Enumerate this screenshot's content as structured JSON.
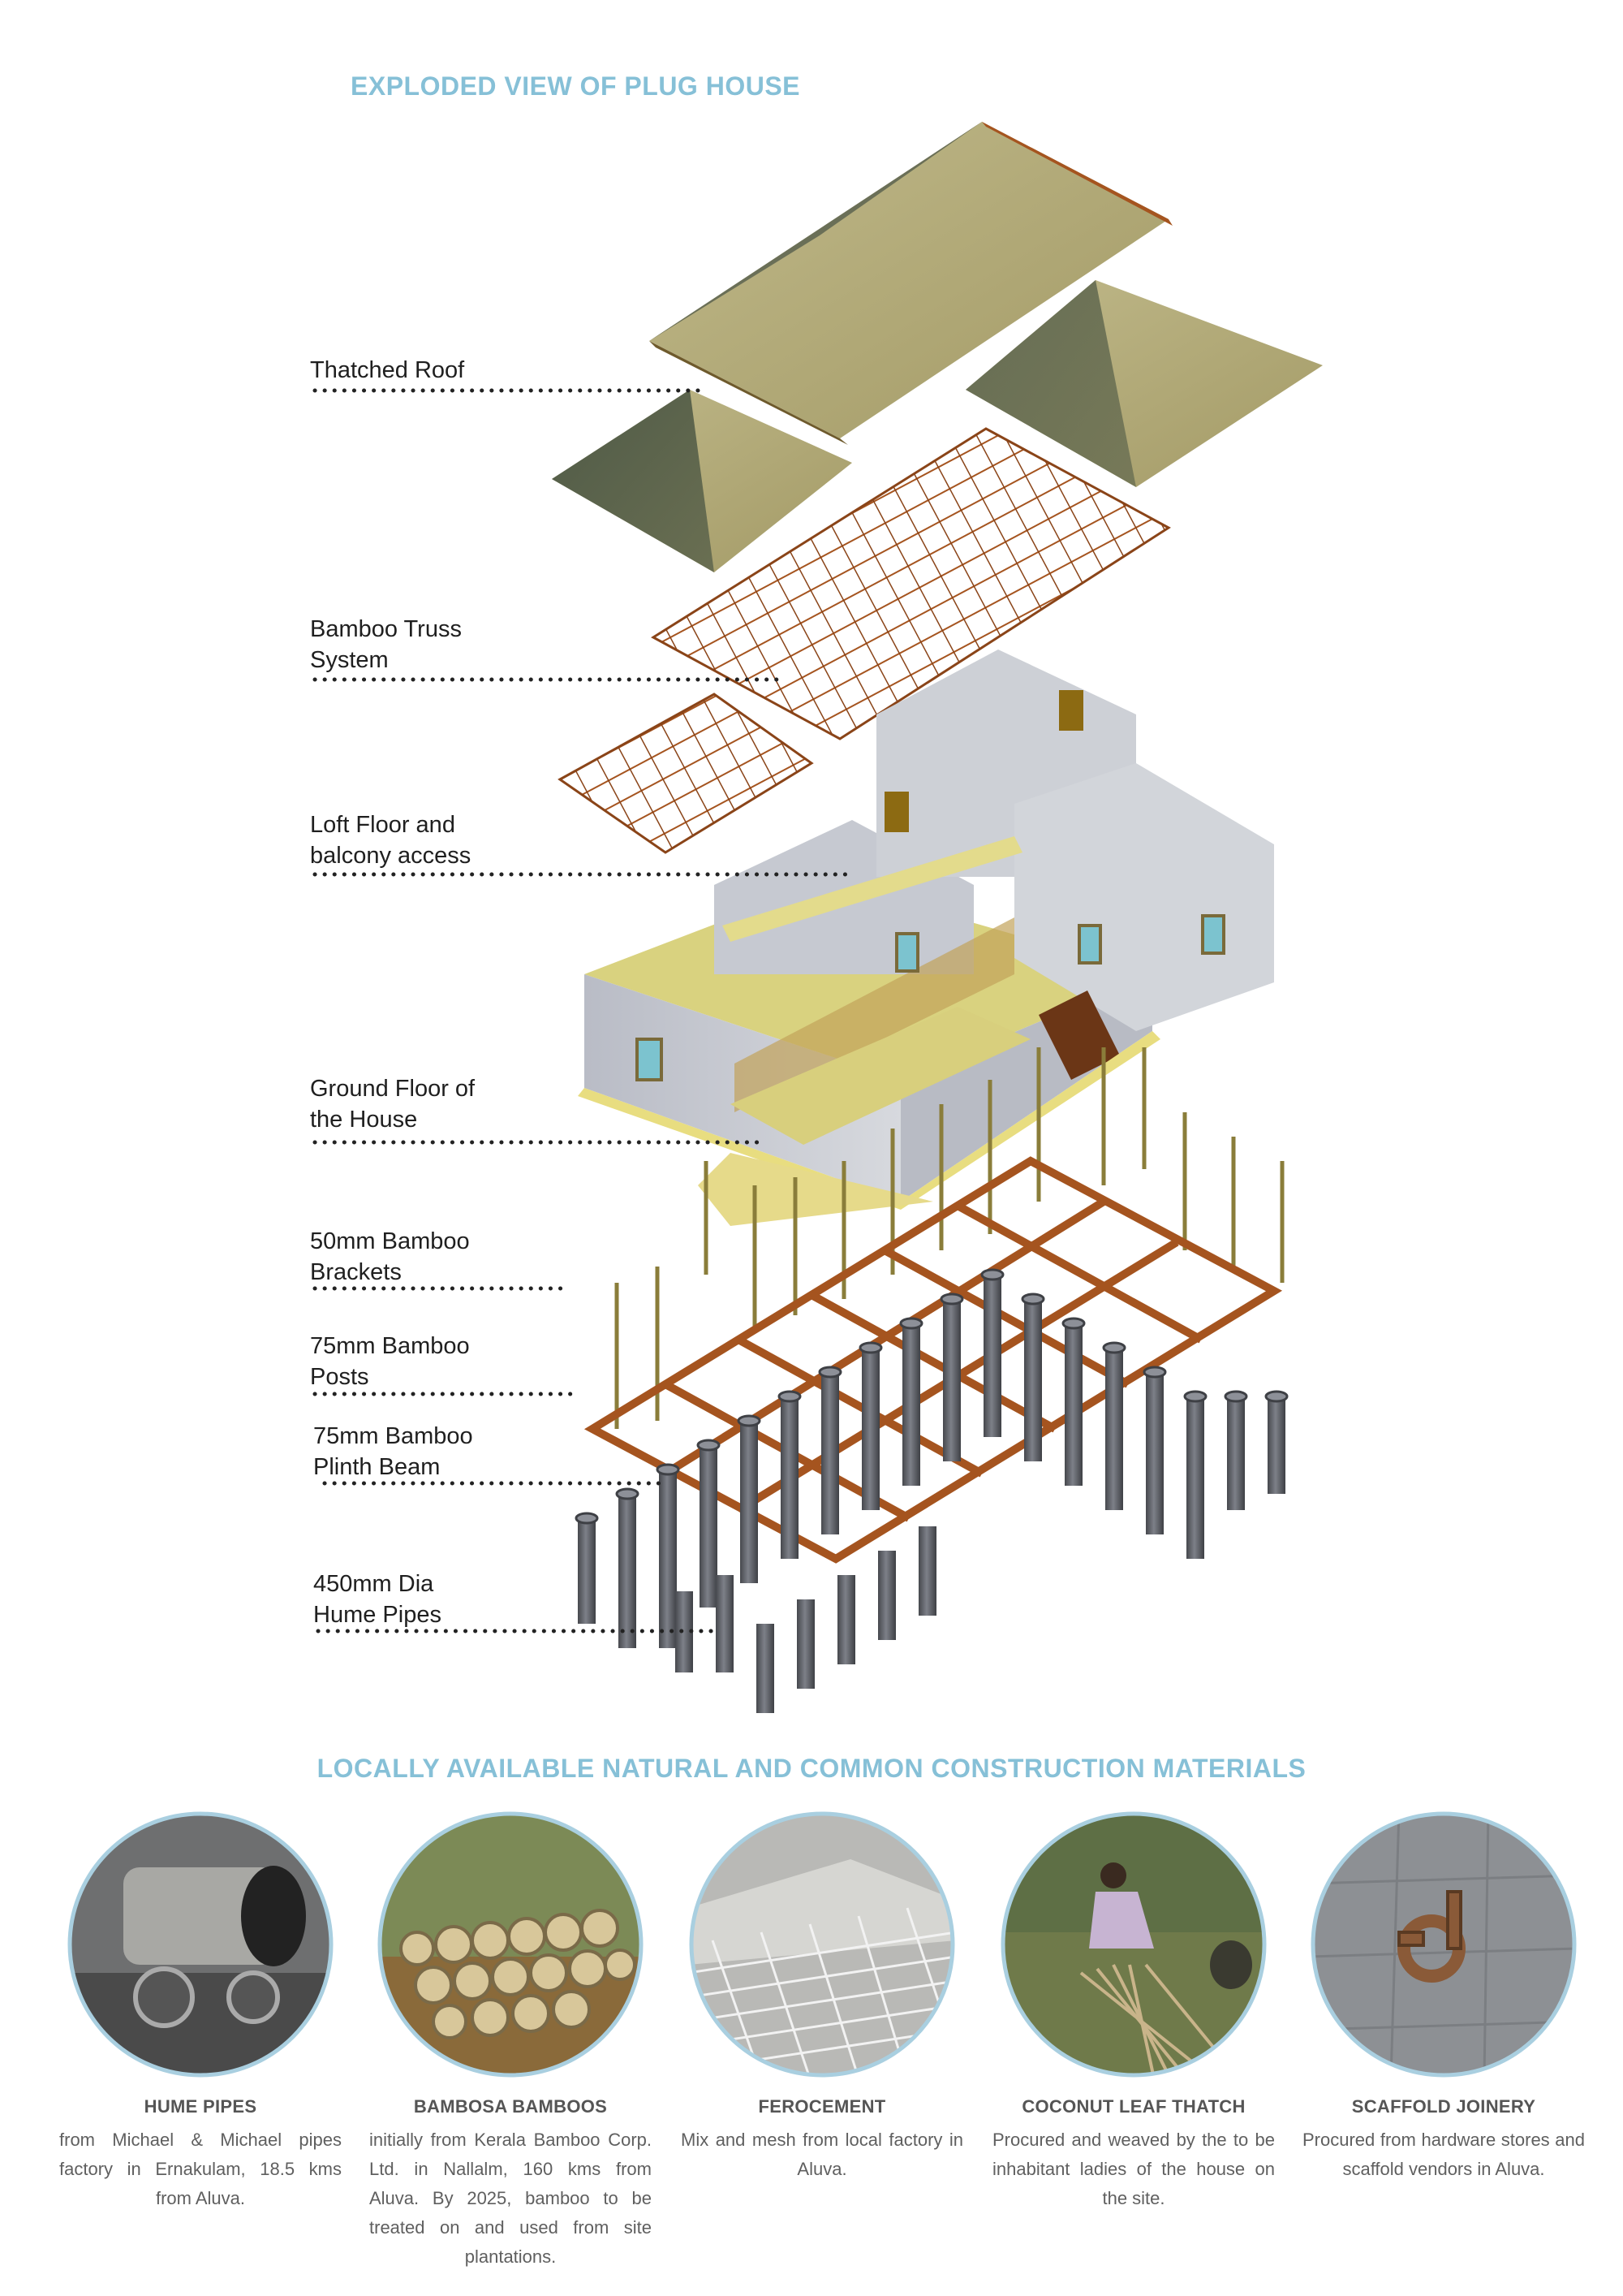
{
  "header": {
    "title": "EXPLODED VIEW OF PLUG HOUSE"
  },
  "labels": [
    {
      "lines": [
        "Thatched Roof"
      ]
    },
    {
      "lines": [
        "Bamboo Truss",
        "System"
      ]
    },
    {
      "lines": [
        "Loft Floor and",
        "balcony access"
      ]
    },
    {
      "lines": [
        "Ground Floor of",
        "the House"
      ]
    },
    {
      "lines": [
        "50mm Bamboo",
        "Brackets"
      ]
    },
    {
      "lines": [
        "75mm Bamboo",
        "Posts"
      ]
    },
    {
      "lines": [
        "75mm Bamboo",
        "Plinth Beam"
      ]
    },
    {
      "lines": [
        "450mm Dia",
        "Hume Pipes"
      ]
    }
  ],
  "materials": {
    "title": "LOCALLY AVAILABLE NATURAL AND COMMON CONSTRUCTION MATERIALS",
    "items": [
      {
        "title": "HUME PIPES",
        "description": "from Michael & Michael pipes factory in Ernakulam, 18.5 kms from Aluva."
      },
      {
        "title": "BAMBOSA BAMBOOS",
        "description": "initially from Kerala Bamboo Corp. Ltd. in Nallalm, 160 kms from Aluva. By 2025, bamboo to be treated on and used from site plantations."
      },
      {
        "title": "FEROCEMENT",
        "description": "Mix and mesh from local factory in Aluva."
      },
      {
        "title": "COCONUT LEAF THATCH",
        "description": "Procured and weaved by the to be inhabitant ladies of the house on the site."
      },
      {
        "title": "SCAFFOLD JOINERY",
        "description": "Procured from hardware stores and scaffold vendors in Aluva."
      }
    ]
  },
  "colors": {
    "title": "#86c0d7",
    "roof_light": "#b1a97b",
    "roof_dark": "#565f49",
    "bamboo": "#a5541f",
    "wall": "#c9ccd4",
    "floor": "#e9e08d",
    "pipe": "#5f6168"
  }
}
